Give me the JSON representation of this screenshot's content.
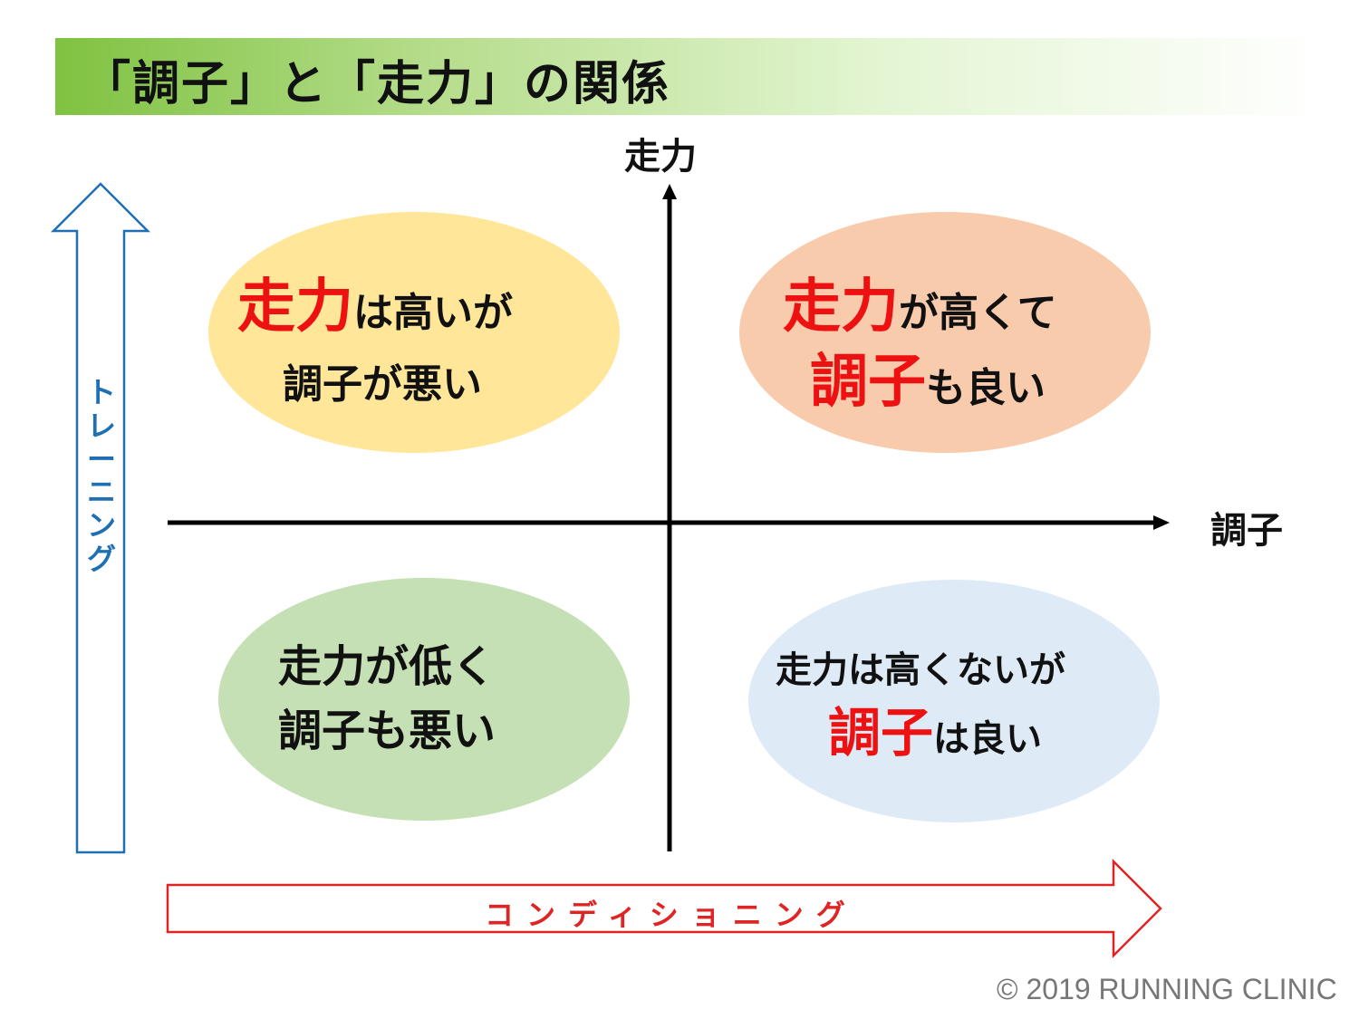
{
  "title": "「調子」と「走力」の関係",
  "axes": {
    "vertical": "走力",
    "horizontal": "調子"
  },
  "quadrants": {
    "top_left": {
      "emph": "走力",
      "rest1": "は高いが",
      "line2": "調子が悪い",
      "fill": "#ffe699"
    },
    "top_right": {
      "emph1": "走力",
      "rest1": "が高くて",
      "emph2": "調子",
      "rest2": "も良い",
      "fill": "#f8cbad"
    },
    "bottom_left": {
      "line1": "走力が低く",
      "line2": "調子も悪い",
      "fill": "#c5e0b4"
    },
    "bottom_right": {
      "line1": "走力は高くないが",
      "emph2": "調子",
      "rest2": "は良い",
      "fill": "#deebf7"
    }
  },
  "side_arrows": {
    "training": [
      "ト",
      "レ",
      "ー",
      "ニ",
      "ン",
      "グ"
    ],
    "conditioning": "コンディショニング"
  },
  "colors": {
    "training": "#1f6fb5",
    "conditioning": "#e02424",
    "emphasis": "#ee1111"
  },
  "copyright": "© 2019 RUNNING CLINIC"
}
